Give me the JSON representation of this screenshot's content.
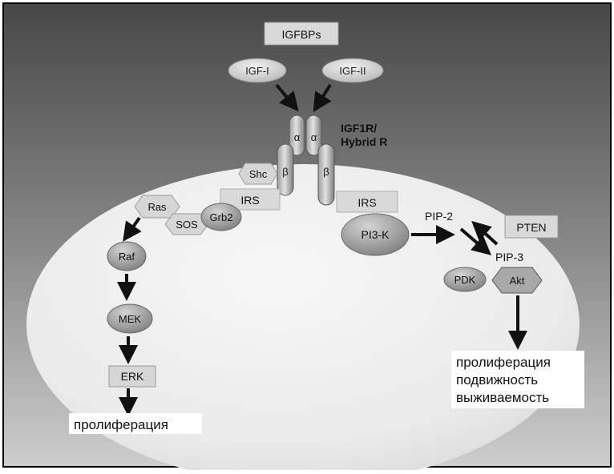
{
  "ligands": {
    "binding_protein": "IGFBPs",
    "igf1": "IGF-I",
    "igf2": "IGF-II"
  },
  "receptor": {
    "name_line1": "IGF1R/",
    "name_line2": "Hybrid R",
    "alpha": "α",
    "beta": "β"
  },
  "adaptors": {
    "shc": "Shc",
    "irs_left": "IRS",
    "grb2": "Grb2",
    "sos": "SOS",
    "ras": "Ras"
  },
  "mapk_pathway": {
    "raf": "Raf",
    "mek": "MEK",
    "erk": "ERK",
    "outcome": "пролиферация"
  },
  "pi3k_pathway": {
    "irs_right": "IRS",
    "pi3k": "PI3-K",
    "pip2": "PIP-2",
    "pip3": "PIP-3",
    "pten": "PTEN",
    "pdk": "PDK",
    "akt": "Akt",
    "outcomes": [
      "пролиферация",
      "подвижность",
      "выживаемость"
    ]
  },
  "colors": {
    "background_top": "#4a4a4a",
    "background_bottom": "#c8c8c8",
    "cell": "#ececec",
    "node": "#9a9a9a",
    "box": "#d6d6d6"
  }
}
